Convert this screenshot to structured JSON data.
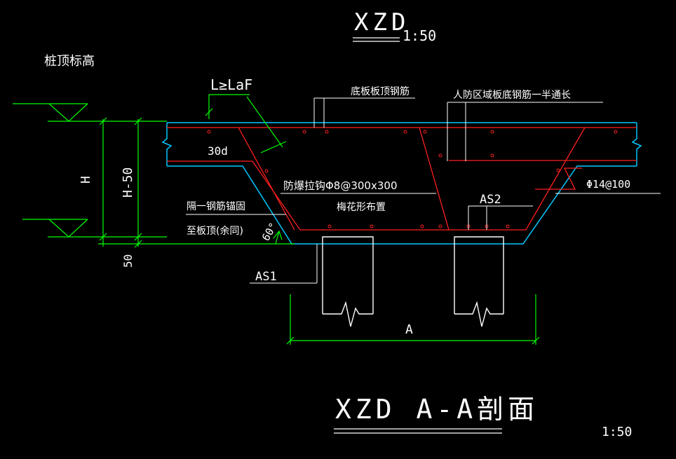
{
  "title_top": "XZD",
  "scale_top": "1:50",
  "title_bottom": "XZD A-A剖面",
  "scale_bottom": "1:50",
  "labels": {
    "pile_top_elevation": "桩顶标高",
    "anchor_length": "L≥LaF",
    "slab_top_rebar": "底板板顶钢筋",
    "civil_defense_rebar": "人防区域板底钢筋一半通长",
    "anchor_30d": "30d",
    "blast_tie": "防爆拉钩Φ8@300x300",
    "plum_layout": "梅花形布置",
    "alternate_anchor": "隔一钢筋锚固",
    "to_slab_top": "至板顶(余同)",
    "rebar_spec": "Φ14@100",
    "as1": "AS1",
    "as2": "AS2",
    "angle": "60°",
    "dim_h": "H",
    "dim_h50": "H-50",
    "dim_50": "50",
    "dim_a": "A"
  },
  "colors": {
    "background": "#000000",
    "text": "#ffffff",
    "concrete": "#00c8ff",
    "rebar": "#ff2020",
    "dimension": "#00ff00",
    "annotation": "#ffffff"
  }
}
